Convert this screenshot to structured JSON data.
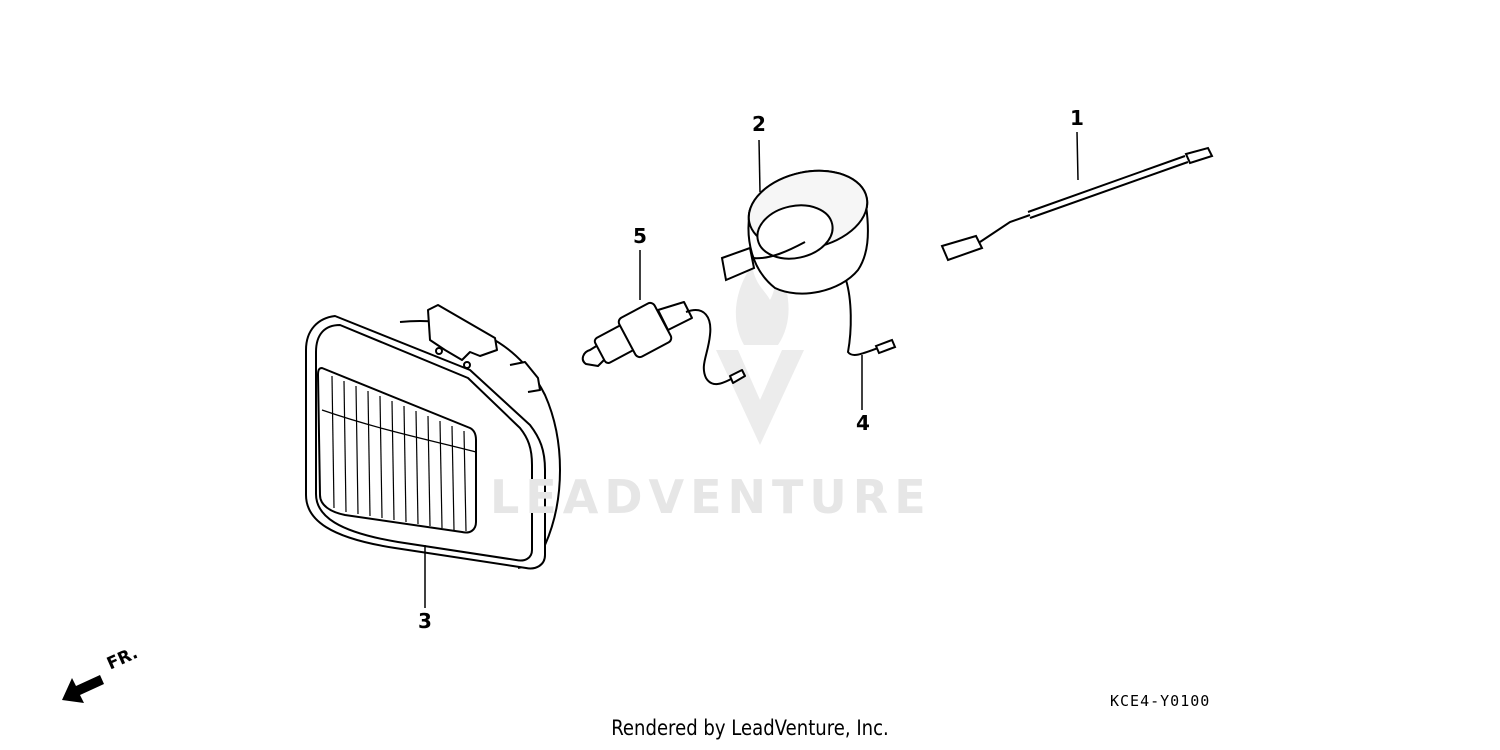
{
  "watermark": {
    "text": "LEADVENTURE"
  },
  "callouts": [
    {
      "id": "callout-1",
      "label": "1"
    },
    {
      "id": "callout-2",
      "label": "2"
    },
    {
      "id": "callout-3",
      "label": "3"
    },
    {
      "id": "callout-4",
      "label": "4"
    },
    {
      "id": "callout-5",
      "label": "5"
    }
  ],
  "direction_indicator": {
    "label": "FR.",
    "icon": "front-direction-arrow-icon"
  },
  "diagram_code": "KCE4-Y0100",
  "footer": "Rendered by LeadVenture, Inc.",
  "colors": {
    "ink": "#000000",
    "watermark": "#e6e6e6",
    "background": "#ffffff"
  }
}
